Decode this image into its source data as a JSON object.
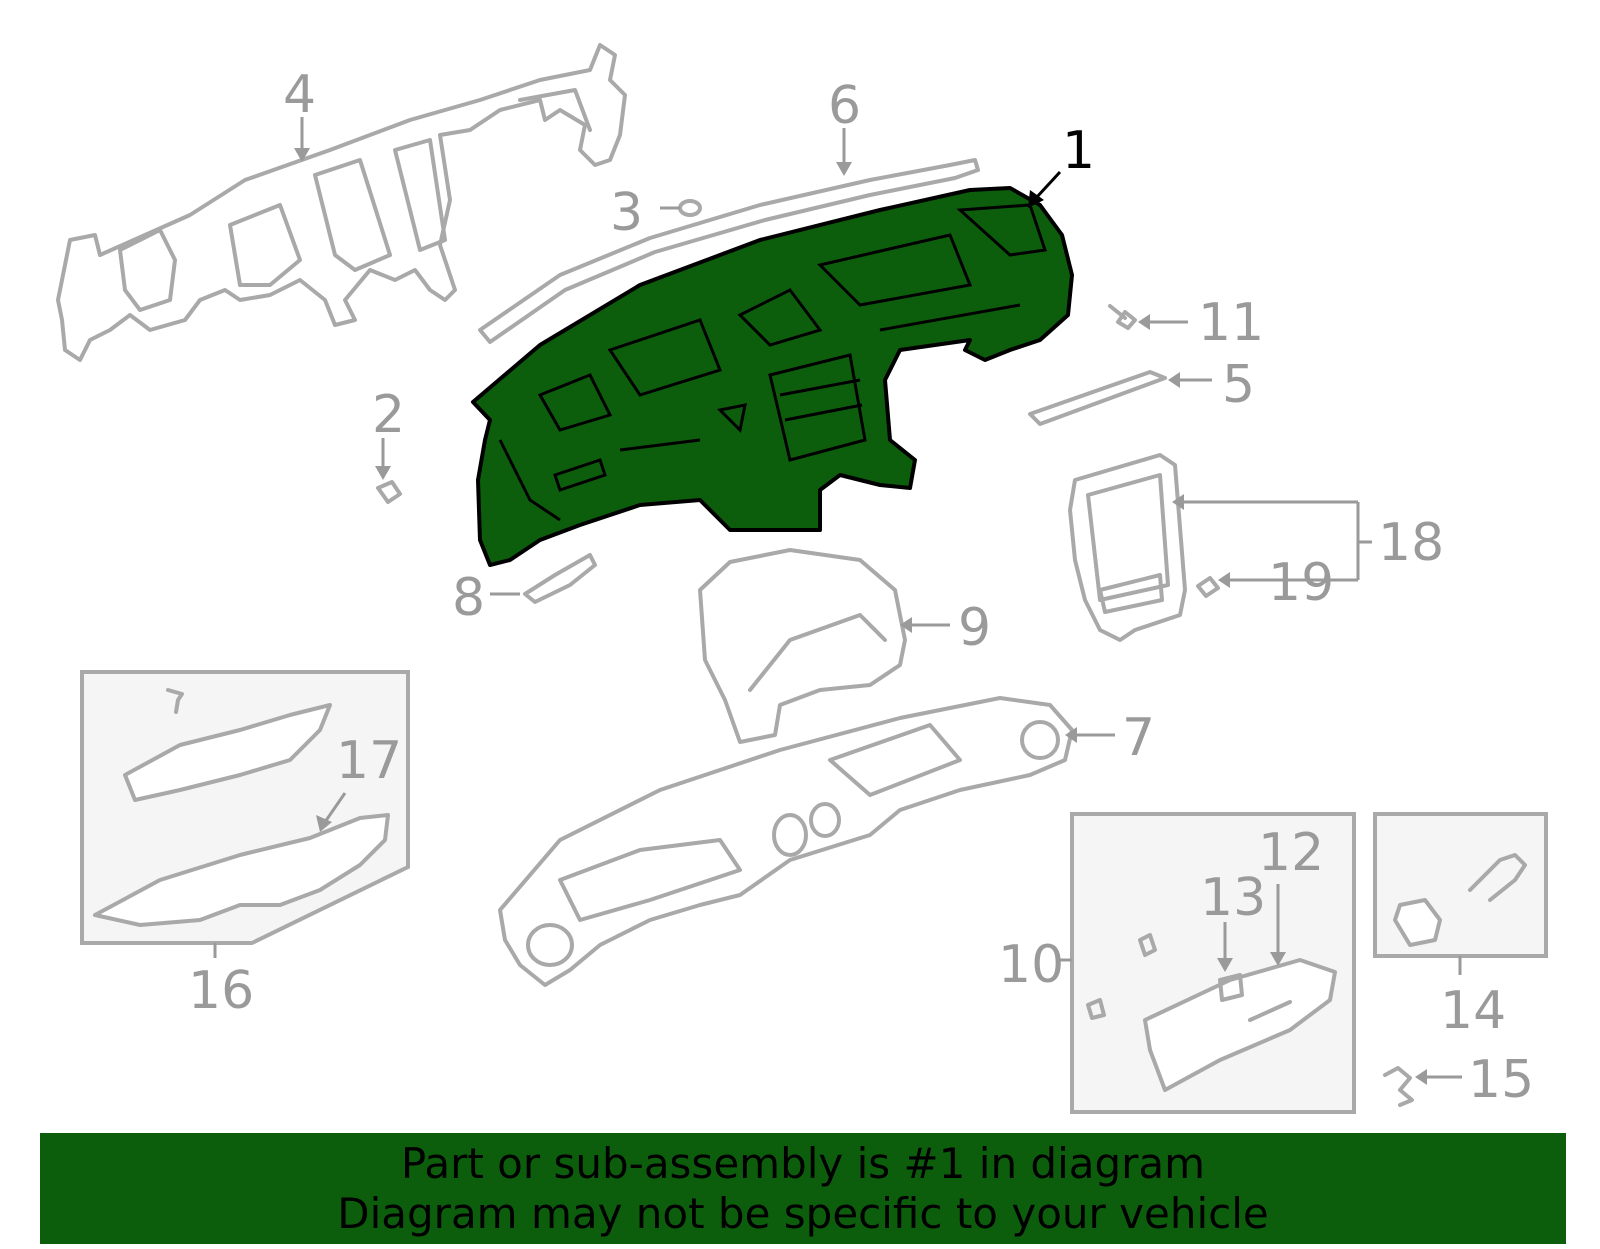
{
  "colors": {
    "highlight": "#0d5e0c",
    "outline": "#a9a9a9",
    "label": "#9a9a9a",
    "main_label": "#000000"
  },
  "callouts": {
    "c1": "1",
    "c2": "2",
    "c3": "3",
    "c4": "4",
    "c5": "5",
    "c6": "6",
    "c7": "7",
    "c8": "8",
    "c9": "9",
    "c10": "10",
    "c11": "11",
    "c12": "12",
    "c13": "13",
    "c14": "14",
    "c15": "15",
    "c16": "16",
    "c17": "17",
    "c18": "18",
    "c19": "19"
  },
  "banner": {
    "line1": "Part or sub-assembly is #1 in diagram",
    "line2": "Diagram may not be specific to your vehicle"
  }
}
